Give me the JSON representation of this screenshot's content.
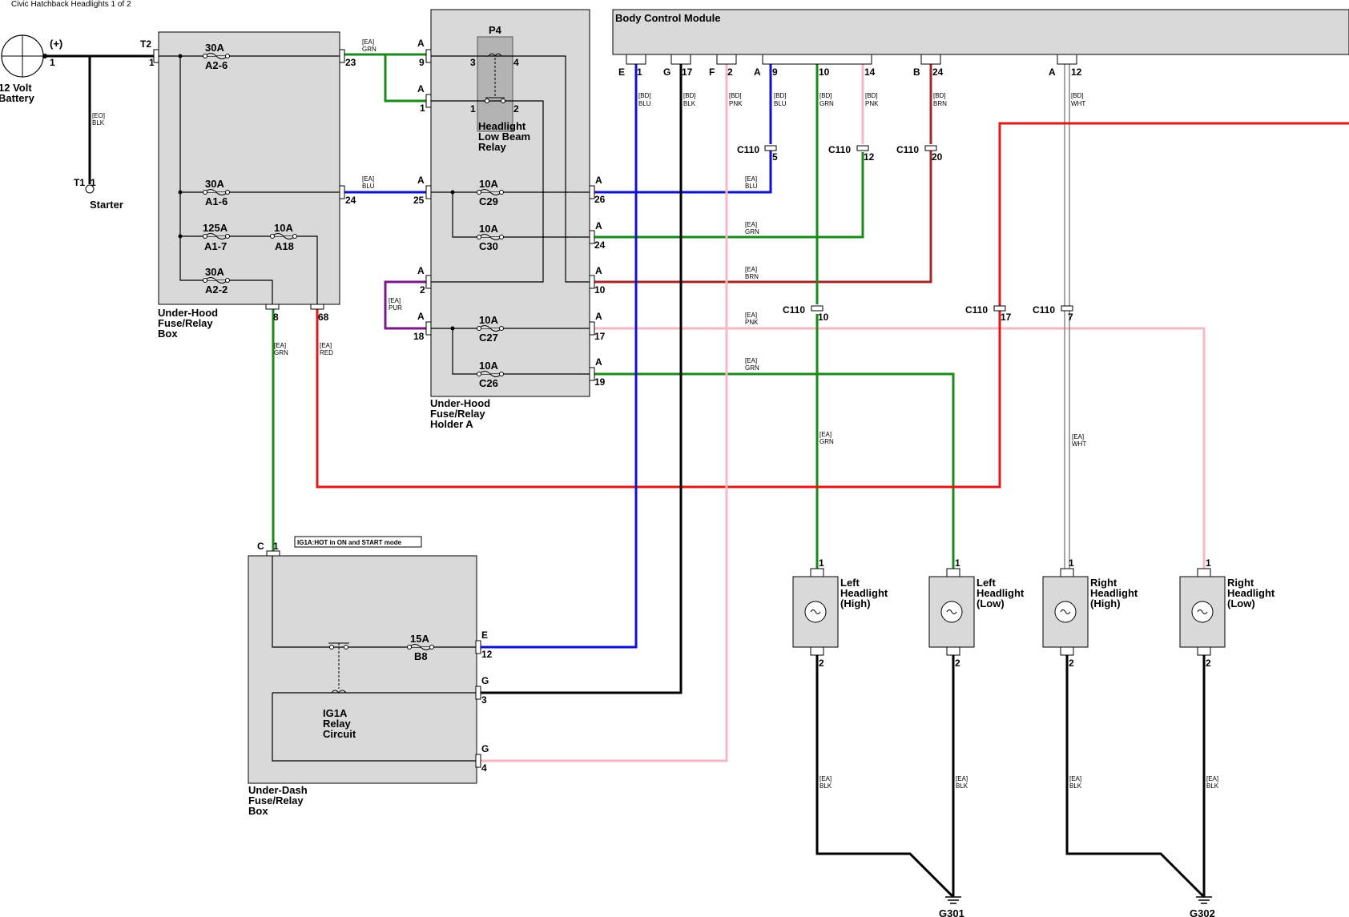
{
  "page_title": "Civic Hatchback Headlights 1 of 2",
  "colors": {
    "GRN": "#1a8a1a",
    "BLU": "#1010d0",
    "BLK": "#000000",
    "PNK": "#f7b8c4",
    "BRN": "#a02828",
    "RED": "#e01818",
    "PUR": "#7a1a8a",
    "WHT": "#888888",
    "box_fill": "#d9d9d9"
  },
  "battery": {
    "label": [
      "12 Volt",
      "Battery"
    ],
    "pin": "1",
    "polarity": "(+)"
  },
  "starter": {
    "label": "Starter",
    "terminal": "T1",
    "pin": "1"
  },
  "underhood_box": {
    "label": [
      "Under-Hood",
      "Fuse/Relay",
      "Box"
    ],
    "input": {
      "terminal": "T2",
      "pin": "1"
    },
    "fuses": [
      {
        "amps": "30A",
        "id": "A2-6"
      },
      {
        "amps": "30A",
        "id": "A1-6"
      },
      {
        "amps": "125A",
        "id": "A1-7"
      },
      {
        "amps": "10A",
        "id": "A18"
      },
      {
        "amps": "30A",
        "id": "A2-2"
      }
    ],
    "pins": [
      "23",
      "24",
      "8",
      "68"
    ]
  },
  "holder_a": {
    "label": [
      "Under-Hood",
      "Fuse/Relay",
      "Holder A"
    ],
    "relay": {
      "id": "P4",
      "label": [
        "Headlight",
        "Low Beam",
        "Relay"
      ],
      "pins": [
        "3",
        "4",
        "1",
        "2"
      ]
    },
    "fuses": [
      {
        "amps": "10A",
        "id": "C29"
      },
      {
        "amps": "10A",
        "id": "C30"
      },
      {
        "amps": "10A",
        "id": "C27"
      },
      {
        "amps": "10A",
        "id": "C26"
      }
    ],
    "left_pins": [
      {
        "conn": "A",
        "pin": "9"
      },
      {
        "conn": "A",
        "pin": "1"
      },
      {
        "conn": "A",
        "pin": "25"
      },
      {
        "conn": "A",
        "pin": "2"
      },
      {
        "conn": "A",
        "pin": "18"
      }
    ],
    "right_pins": [
      {
        "conn": "A",
        "pin": "26"
      },
      {
        "conn": "A",
        "pin": "24"
      },
      {
        "conn": "A",
        "pin": "10"
      },
      {
        "conn": "A",
        "pin": "17"
      },
      {
        "conn": "A",
        "pin": "19"
      }
    ]
  },
  "bcm": {
    "title": "Body Control Module",
    "pins": [
      {
        "conn": "E",
        "pin": "1"
      },
      {
        "conn": "G",
        "pin": "17"
      },
      {
        "conn": "F",
        "pin": "2"
      },
      {
        "conn": "A",
        "pin": "9"
      },
      {
        "conn": "",
        "pin": "10"
      },
      {
        "conn": "",
        "pin": "14"
      },
      {
        "conn": "B",
        "pin": "24"
      },
      {
        "conn": "A",
        "pin": "12"
      }
    ]
  },
  "connectors": [
    {
      "name": "C110",
      "pin": "5"
    },
    {
      "name": "C110",
      "pin": "12"
    },
    {
      "name": "C110",
      "pin": "20"
    },
    {
      "name": "C110",
      "pin": "10"
    },
    {
      "name": "C110",
      "pin": "17"
    },
    {
      "name": "C110",
      "pin": "7"
    }
  ],
  "wire_labels": [
    {
      "code": "[EA]",
      "color": "GRN"
    },
    {
      "code": "[EO]",
      "color": "BLK"
    },
    {
      "code": "[EA]",
      "color": "BLU"
    },
    {
      "code": "[EA]",
      "color": "PUR"
    },
    {
      "code": "[EA]",
      "color": "GRN"
    },
    {
      "code": "[EA]",
      "color": "RED"
    },
    {
      "code": "[BD]",
      "color": "BLU"
    },
    {
      "code": "[BD]",
      "color": "BLK"
    },
    {
      "code": "[BD]",
      "color": "PNK"
    },
    {
      "code": "[BD]",
      "color": "BLU"
    },
    {
      "code": "[BD]",
      "color": "GRN"
    },
    {
      "code": "[BD]",
      "color": "PNK"
    },
    {
      "code": "[BD]",
      "color": "BRN"
    },
    {
      "code": "[BD]",
      "color": "WHT"
    },
    {
      "code": "[EA]",
      "color": "BLU"
    },
    {
      "code": "[EA]",
      "color": "GRN"
    },
    {
      "code": "[EA]",
      "color": "BRN"
    },
    {
      "code": "[EA]",
      "color": "PNK"
    },
    {
      "code": "[EA]",
      "color": "GRN"
    },
    {
      "code": "[EA]",
      "color": "GRN"
    },
    {
      "code": "[EA]",
      "color": "WHT"
    },
    {
      "code": "[EA]",
      "color": "BLK"
    },
    {
      "code": "[EA]",
      "color": "BLK"
    },
    {
      "code": "[EA]",
      "color": "BLK"
    },
    {
      "code": "[EA]",
      "color": "BLK"
    }
  ],
  "underdash_box": {
    "label": [
      "Under-Dash",
      "Fuse/Relay",
      "Box"
    ],
    "note": "IG1A:HOT in ON and START mode",
    "input": {
      "conn": "C",
      "pin": "1"
    },
    "fuse": {
      "amps": "15A",
      "id": "B8"
    },
    "relay_label": [
      "IG1A",
      "Relay",
      "Circuit"
    ],
    "pins": [
      {
        "conn": "E",
        "pin": "12"
      },
      {
        "conn": "G",
        "pin": "3"
      },
      {
        "conn": "G",
        "pin": "4"
      }
    ]
  },
  "headlights": [
    {
      "label": [
        "Left",
        "Headlight",
        "(High)"
      ],
      "pin_top": "1",
      "pin_bottom": "2"
    },
    {
      "label": [
        "Left",
        "Headlight",
        "(Low)"
      ],
      "pin_top": "1",
      "pin_bottom": "2"
    },
    {
      "label": [
        "Right",
        "Headlight",
        "(High)"
      ],
      "pin_top": "1",
      "pin_bottom": "2"
    },
    {
      "label": [
        "Right",
        "Headlight",
        "(Low)"
      ],
      "pin_top": "1",
      "pin_bottom": "2"
    }
  ],
  "grounds": [
    "G301",
    "G302"
  ]
}
